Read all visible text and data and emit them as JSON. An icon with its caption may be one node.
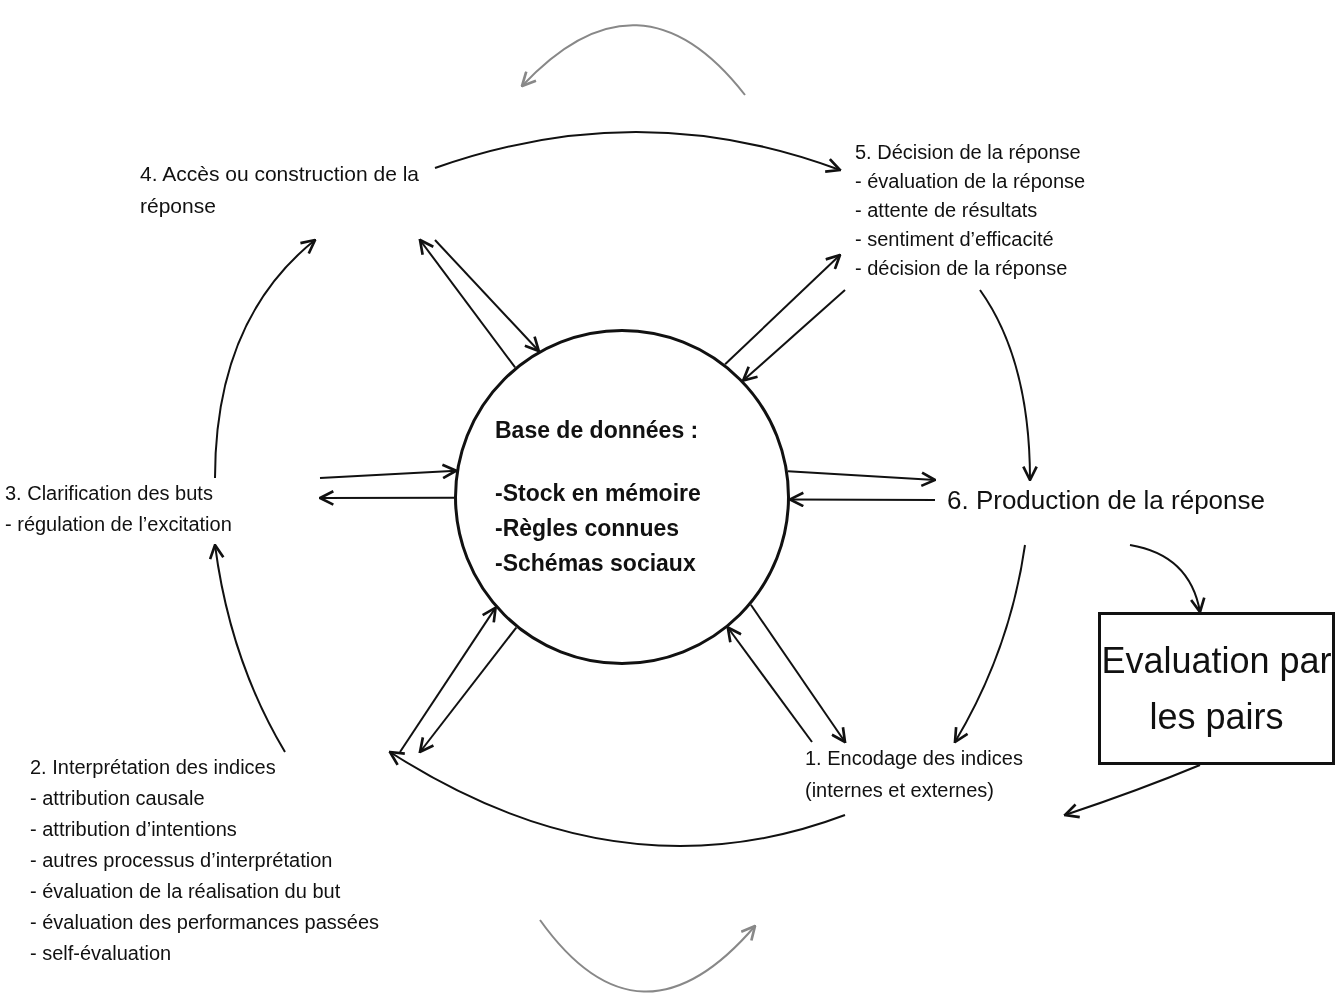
{
  "diagram": {
    "nodes": [
      {
        "text": [
          "4. Accès ou construction de la réponse"
        ]
      },
      {
        "text": [
          "5. Décision de la réponse",
          "- évaluation de la réponse",
          "- attente de résultats",
          "- sentiment d’efficacité",
          "- décision de la réponse"
        ]
      },
      {
        "text": [
          "3. Clarification des buts",
          "- régulation de l’excitation"
        ]
      },
      {
        "text": [
          "Base de données :",
          "-Stock en mémoire",
          "-Règles connues",
          "-Schémas sociaux"
        ]
      },
      {
        "text": [
          "6. Production de la réponse"
        ]
      },
      {
        "text": [
          "Evaluation par les pairs"
        ]
      },
      {
        "text": [
          "2. Interprétation des indices",
          "- attribution causale",
          "- attribution d’intentions",
          "- autres processus d’interprétation",
          "- évaluation de la réalisation du but",
          "- évaluation des performances passées",
          "- self-évaluation"
        ]
      },
      {
        "text": [
          "1. Encodage des indices (internes et externes)"
        ]
      }
    ],
    "edges": [
      {
        "from": 0,
        "to": 1,
        "arrow": "to"
      },
      {
        "from": 1,
        "to": 4,
        "arrow": "to"
      },
      {
        "from": 4,
        "to": 7,
        "arrow": "to"
      },
      {
        "from": 7,
        "to": 6,
        "arrow": "to"
      },
      {
        "from": 6,
        "to": 2,
        "arrow": "to"
      },
      {
        "from": 2,
        "to": 0,
        "arrow": "to"
      },
      {
        "from": 4,
        "to": 5,
        "arrow": "to"
      },
      {
        "from": 5,
        "to": 7,
        "arrow": "to"
      },
      {
        "from": 2,
        "to": 3,
        "arrow": "to"
      },
      {
        "from": 3,
        "to": 2,
        "arrow": "to"
      },
      {
        "from": 3,
        "to": 4,
        "arrow": "to"
      },
      {
        "from": 4,
        "to": 3,
        "arrow": "to"
      },
      {
        "from": 0,
        "to": 3,
        "arrow": "to"
      },
      {
        "from": 3,
        "to": 0,
        "arrow": "to"
      },
      {
        "from": 3,
        "to": 1,
        "arrow": "to"
      },
      {
        "from": 1,
        "to": 3,
        "arrow": "to"
      },
      {
        "from": 6,
        "to": 3,
        "arrow": "to"
      },
      {
        "from": 3,
        "to": 6,
        "arrow": "to"
      },
      {
        "from": 7,
        "to": 3,
        "arrow": "to"
      },
      {
        "from": 3,
        "to": 7,
        "arrow": "to"
      }
    ]
  }
}
